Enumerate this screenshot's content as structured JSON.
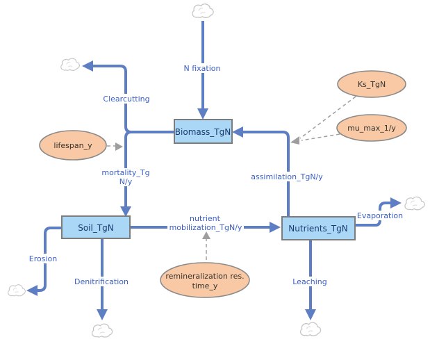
{
  "colors": {
    "pipe": "#5e7ec3",
    "flow_label": "#3a5ec6",
    "stock_fill": "#a9d7f5",
    "stock_border": "#7c7c7c",
    "stock_text": "#1c3a70",
    "converter_fill": "#f8c9a4",
    "converter_border": "#8a8a8a",
    "converter_text": "#33332f",
    "influence_dash": "#9e9e9e",
    "cloud_stroke": "#c6c6c6",
    "background": "#ffffff"
  },
  "stocks": {
    "biomass": "Biomass_TgN",
    "soil": "Soil_TgN",
    "nutrients": "Nutrients_TgN"
  },
  "converters": {
    "ks": "Ks_TgN",
    "mu_max": "mu_max_1/y",
    "lifespan": "lifespan_y",
    "remineralization_line1": "remineralization res.",
    "remineralization_line2": "time_y"
  },
  "flows": {
    "n_fixation": "N fixation",
    "clearcutting": "Clearcutting",
    "mortality_line1": "mortality_Tg",
    "mortality_line2": "N/y",
    "assimilation": "assimilation_TgN/y",
    "mobilization_line1": "nutrient",
    "mobilization_line2": "mobilization_TgN/y",
    "evaporation": "Evaporation",
    "erosion": "Erosion",
    "denitrification": "Denitrification",
    "leaching": "Leaching"
  }
}
